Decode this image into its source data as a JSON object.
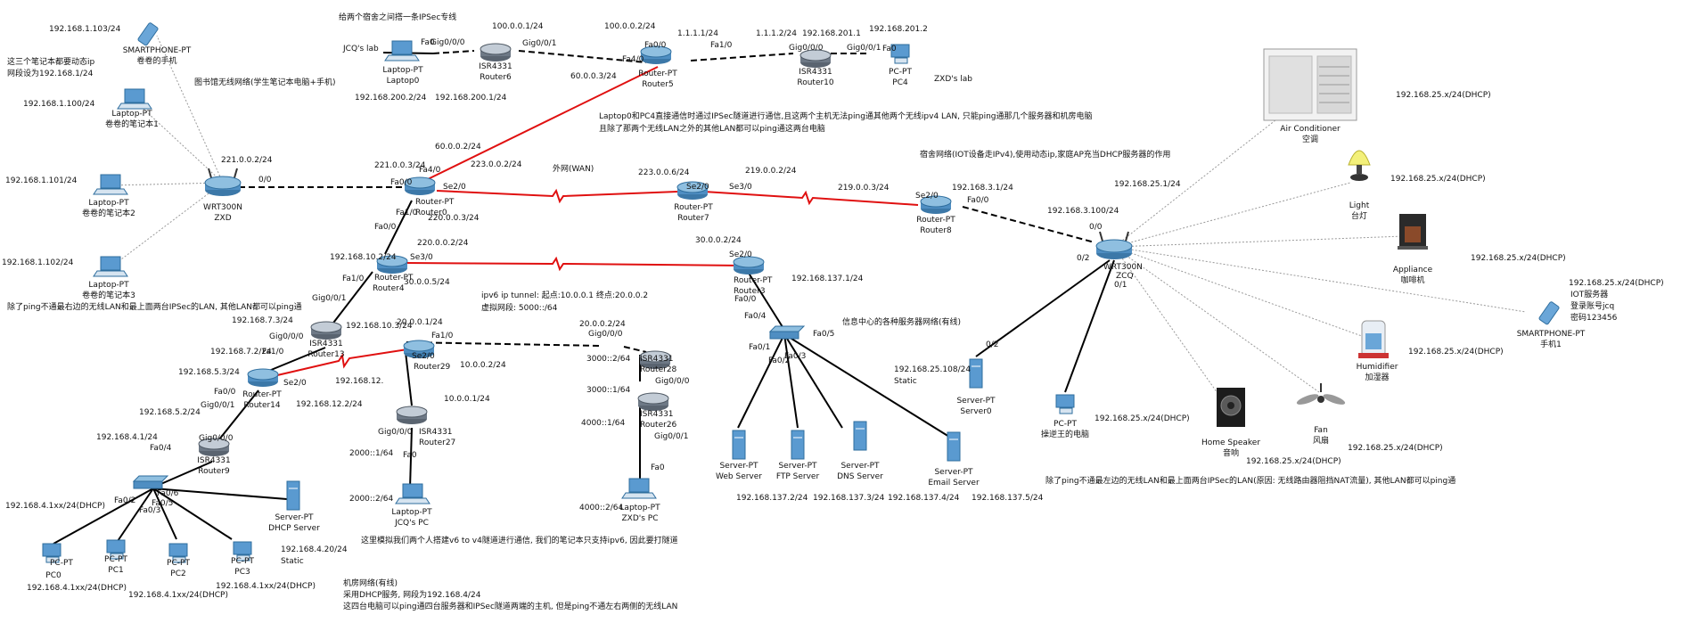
{
  "title": "",
  "annotations": {
    "ipsec_title": "给两个宿舍之间搭一条IPSec专线",
    "wlan_title": "图书馆无线网络(学生笔记本电脑+手机)",
    "phones_note_1": "这三个笔记本都要动态ip",
    "phones_note_2": "网段设为192.168.1/24",
    "ipsec_note_1": "Laptop0和PC4直接通信时通过IPSec隧道进行通信,且这两个主机无法ping通其他两个无线ipv4 LAN, 只能ping通那几个服务器和机房电脑",
    "ipsec_note_2": "且除了那两个无线LAN之外的其他LAN都可以ping通这两台电脑",
    "wan_label": "外网(WAN)",
    "iot_title": "宿舍网络(IOT设备走IPv4),使用动态ip,家庭AP充当DHCP服务器的作用",
    "left_ping_note": "除了ping不通最右边的无线LAN和最上面两台IPSec的LAN, 其他LAN都可以ping通",
    "tunnel_note_1": "ipv6 ip tunnel: 起点:10.0.0.1 终点:20.0.0.2",
    "tunnel_note_2": "虚拟网段: 5000::/64",
    "server_net_title": "信息中心的各种服务器网络(有线)",
    "right_ping_note": "除了ping不通最左边的无线LAN和最上面两台IPSec的LAN(原因: 无线路由器阻挡NAT流量), 其他LAN都可以ping通",
    "v6_note": "这里模拟我们两个人搭建v6 to v4隧道进行通信, 我们的笔记本只支持ipv6, 因此要打隧道",
    "lab_title": "机房网络(有线)",
    "lab_note_1": "采用DHCP服务, 网段为192.168.4/24",
    "lab_note_2": "这四台电脑可以ping通四台服务器和IPSec隧道两端的主机, 但是ping不通左右两侧的无线LAN"
  },
  "devices": {
    "smartphone_l": {
      "type": "SMARTPHONE-PT",
      "name": "卷卷的手机",
      "ip": "192.168.1.103/24"
    },
    "laptop1": {
      "type": "Laptop-PT",
      "name": "卷卷的笔记本1",
      "ip": "192.168.1.100/24"
    },
    "laptop2": {
      "type": "Laptop-PT",
      "name": "卷卷的笔记本2",
      "ip": "192.168.1.101/24"
    },
    "laptop3": {
      "type": "Laptop-PT",
      "name": "卷卷的笔记本3",
      "ip": "192.168.1.102/24"
    },
    "wrt_l": {
      "type": "WRT300N",
      "name": "ZXD",
      "ip": "221.0.0.2/24",
      "port": "0/0"
    },
    "laptop0": {
      "type": "Laptop-PT",
      "name": "Laptop0",
      "net": "JCQ's lab",
      "ip": "192.168.200.2/24",
      "port": "Fa0"
    },
    "router6": {
      "type": "ISR4331",
      "name": "Router6",
      "ip_l": "192.168.200.1/24",
      "ip_r": "100.0.0.1/24",
      "p1": "Gig0/0/0",
      "p2": "Gig0/0/1"
    },
    "router5": {
      "type": "Router-PT",
      "name": "Router5",
      "ip_l": "100.0.0.2/24",
      "ip_r": "1.1.1.1/24",
      "ip_b": "60.0.0.3/24",
      "p1": "Fa0/0",
      "p2": "Fa1/0",
      "p3": "Fa4/0"
    },
    "router10": {
      "type": "ISR4331",
      "name": "Router10",
      "ip_l": "1.1.1.2/24",
      "ip_r": "192.168.201.1",
      "p1": "Gig0/0/0",
      "p2": "Gig0/0/1"
    },
    "pc4": {
      "type": "PC-PT",
      "name": "PC4",
      "net": "ZXD's lab",
      "ip": "192.168.201.2",
      "port": "Fa0"
    },
    "router0": {
      "type": "Router-PT",
      "name": "Router0",
      "ip_t": "221.0.0.3/24",
      "ip_u": "60.0.0.2/24",
      "ip_s": "223.0.0.2/24",
      "ip_b": "220.0.0.3/24",
      "p1": "Fa0/0",
      "p2": "Fa4/0",
      "p3": "Se2/0",
      "p4": "Fa1/0",
      "p5": "Fa0/0"
    },
    "router7": {
      "type": "Router-PT",
      "name": "Router7",
      "ip_l": "223.0.0.6/24",
      "ip_r": "219.0.0.2/24",
      "p1": "Se2/0",
      "p2": "Se3/0"
    },
    "router8": {
      "type": "Router-PT",
      "name": "Router8",
      "ip_l": "219.0.0.3/24",
      "ip_r": "192.168.3.1/24",
      "p1": "Se2/0",
      "p2": "Fa0/0"
    },
    "router4": {
      "type": "Router-PT",
      "name": "Router4",
      "ip_t": "220.0.0.2/24",
      "ip_l": "192.168.10.2/24",
      "ip_r": "30.0.0.5/24",
      "p1": "Se3/0",
      "p2": "Fa1/0"
    },
    "router3": {
      "type": "Router-PT",
      "name": "Router3",
      "ip": "30.0.0.2/24",
      "p1": "Se2/0",
      "p2": "Fa0/0",
      "p3": "Fa0/4"
    },
    "router13": {
      "type": "ISR4331",
      "name": "Router13",
      "ip": "192.168.7.3/24",
      "ip_r": "192.168.10.3/24",
      "p1": "Gig0/0/1",
      "p2": "Gig0/0/0"
    },
    "router14": {
      "type": "Router-PT",
      "name": "Router14",
      "ip_t": "192.168.7.2/24",
      "ip_l": "192.168.5.3/24",
      "ip_b": "192.168.12.2/24",
      "p1": "Fa1/0",
      "p2": "Se2/0",
      "p3": "Fa0/0"
    },
    "router29": {
      "type": "Router-PT",
      "name": "Router29",
      "ip": "20.0.0.1/24",
      "ip_l": "192.168.12.",
      "ip_b": "10.0.0.2/24",
      "p1": "Fa1/0",
      "p2": "Se2/0"
    },
    "router27": {
      "type": "ISR4331",
      "name": "Router27",
      "ip": "10.0.0.1/24",
      "ip6": "2000::1/64",
      "p1": "Gig0/0/0",
      "p2": "Fa0"
    },
    "laptop_jcq": {
      "type": "Laptop-PT",
      "name": "JCQ's PC",
      "ip": "2000::2/64"
    },
    "router28": {
      "type": "ISR4331",
      "name": "Router28",
      "ip": "20.0.0.2/24",
      "ip6": "3000::2/64",
      "p1": "Gig0/0/0"
    },
    "router26": {
      "type": "ISR4331",
      "name": "Router26",
      "ip_l": "3000::1/64",
      "ip_b": "4000::1/64",
      "p1": "Gig0/0/0",
      "p2": "Gig0/0/1"
    },
    "laptop_zxd": {
      "type": "Laptop-PT",
      "name": "ZXD's PC",
      "ip": "4000::2/64",
      "port": "Fa0"
    },
    "router9": {
      "type": "ISR4331",
      "name": "Router9",
      "ip_t": "192.168.5.2/24",
      "ip_b": "192.168.4.1/24",
      "p1": "Gig0/0/1",
      "p2": "Gig0/0/0",
      "p3": "Fa0/4"
    },
    "sw_lab": {
      "type": "Switch",
      "p1": "Fa0/2",
      "p2": "Fa0/6",
      "p3": "Fa0/3",
      "p4": "Fa0/5"
    },
    "pc0": {
      "type": "PC-PT",
      "name": "PC0",
      "ip": "192.168.4.1xx/24(DHCP)"
    },
    "pc1": {
      "type": "PC-PT",
      "name": "PC1",
      "ip": "192.168.4.1xx/24(DHCP)"
    },
    "pc2": {
      "type": "PC-PT",
      "name": "PC2"
    },
    "pc3": {
      "type": "PC-PT",
      "name": "PC3",
      "ip": "192.168.4.1xx/24(DHCP)"
    },
    "dhcp_server": {
      "type": "Server-PT",
      "name": "DHCP Server",
      "ip": "192.168.4.20/24",
      "note": "Static"
    },
    "sw_servers": {
      "type": "Switch",
      "ip": "192.168.137.1/24",
      "p1": "Fa0/1",
      "p2": "Fa0/5",
      "p3": "Fa0/2",
      "p4": "Fa0/3"
    },
    "web_server": {
      "type": "Server-PT",
      "name": "Web Server",
      "ip": "192.168.137.2/24"
    },
    "ftp_server": {
      "type": "Server-PT",
      "name": "FTP Server",
      "ip": "192.168.137.3/24"
    },
    "dns_server": {
      "type": "Server-PT",
      "name": "DNS Server",
      "ip": "192.168.137.4/24"
    },
    "email_server": {
      "type": "Server-PT",
      "name": "Email Server",
      "ip": "192.168.137.5/24"
    },
    "wrt_r": {
      "type": "WRT300N",
      "name": "ZCQ",
      "ip": "192.168.3.100/24",
      "ip_lan": "192.168.25.1/24",
      "p1": "0/0",
      "p2": "0/2",
      "p3": "0/1"
    },
    "server0": {
      "type": "Server-PT",
      "name": "Server0",
      "ip": "192.168.25.108/24",
      "note": "Static"
    },
    "pc_zcq": {
      "type": "PC-PT",
      "name": "操逆王的电脑",
      "ip": "192.168.25.x/24(DHCP)"
    },
    "ac": {
      "type": "Air Conditioner",
      "name": "空调",
      "ip": "192.168.25.x/24(DHCP)"
    },
    "light": {
      "type": "Light",
      "name": "台灯",
      "ip": "192.168.25.x/24(DHCP)"
    },
    "appliance": {
      "type": "Appliance",
      "name": "咖啡机",
      "ip": "192.168.25.x/24(DHCP)"
    },
    "phone_r": {
      "type": "SMARTPHONE-PT",
      "name": "手机1",
      "ip": "192.168.25.x/24(DHCP)",
      "extra1": "IOT服务器",
      "extra2": "登录账号jcq",
      "extra3": "密码123456"
    },
    "humidifier": {
      "type": "Humidifier",
      "name": "加湿器",
      "ip": "192.168.25.x/24(DHCP)"
    },
    "fan": {
      "type": "Fan",
      "name": "风扇",
      "ip": "192.168.25.x/24(DHCP)"
    },
    "speaker": {
      "type": "Home Speaker",
      "name": "音响",
      "ip": "192.168.25.x/24(DHCP)"
    }
  }
}
